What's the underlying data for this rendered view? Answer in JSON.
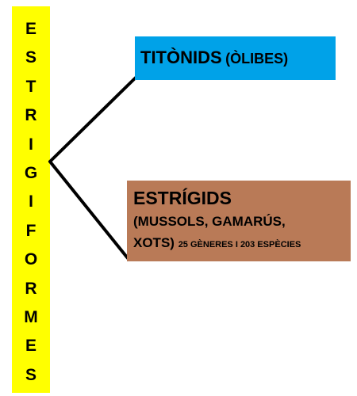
{
  "root": {
    "letters": [
      "E",
      "S",
      "T",
      "R",
      "I",
      "G",
      "I",
      "F",
      "O",
      "R",
      "M",
      "E",
      "S"
    ],
    "color": "#ffff00"
  },
  "branches": [
    {
      "title": "TITÒNIDS",
      "subtitle": "(ÒLIBES)",
      "color": "#00a2e8"
    },
    {
      "title": "ESTRÍGIDS",
      "line1": "(MUSSOLS, GAMARÚS,",
      "line2": "XOTS)",
      "detail": "25 GÈNERES I 203 ESPÈCIES",
      "color": "#b97a57"
    }
  ]
}
